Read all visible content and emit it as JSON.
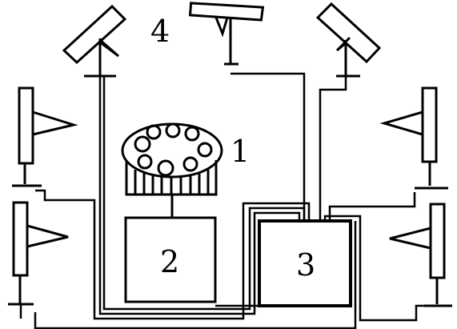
{
  "labels": {
    "antenna": "1",
    "controller": "2",
    "processor": "3",
    "sensor_array": "4"
  },
  "components": {
    "antenna_icon": "circular-array-icon",
    "sensor_icon": "triangular-sensor-icon"
  },
  "colors": {
    "stroke": "#000000",
    "background": "#ffffff"
  }
}
